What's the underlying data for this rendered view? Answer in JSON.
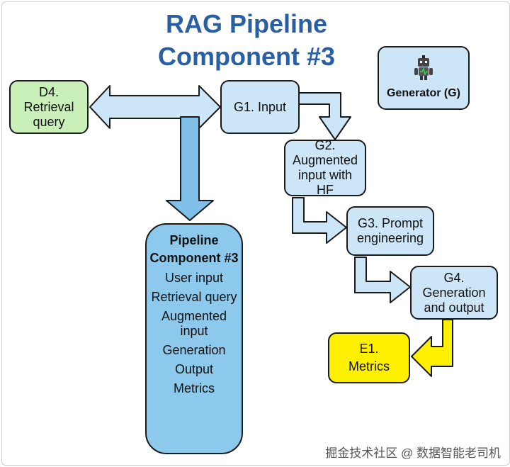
{
  "title": {
    "line1": "RAG Pipeline",
    "line2": "Component #3"
  },
  "nodes": {
    "d4": {
      "line1": "D4.",
      "line2": "Retrieval",
      "line3": "query"
    },
    "g1": {
      "label": "G1. Input"
    },
    "g2": {
      "line1": "G2.",
      "line2": "Augmented",
      "line3": "input with",
      "line4": "HF"
    },
    "g3": {
      "line1": "G3. Prompt",
      "line2": "engineering"
    },
    "g4": {
      "line1": "G4.",
      "line2": "Generation",
      "line3": "and output"
    },
    "e1": {
      "line1": "E1.",
      "line2": "Metrics"
    },
    "generator": {
      "label": "Generator (G)",
      "icon": "robot-icon"
    }
  },
  "pipeline": {
    "heading_line1": "Pipeline",
    "heading_line2": "Component #3",
    "items": [
      "User input",
      "Retrieval query",
      "Augmented input",
      "Generation",
      "Output",
      "Metrics"
    ]
  },
  "colors": {
    "title": "#2a5fa3",
    "green": "#c9f0b8",
    "light_blue": "#cde6f7",
    "medium_blue": "#8cc9ec",
    "yellow": "#fff000",
    "arrow_blue": "#a9d3f0"
  },
  "watermark": "掘金技术社区 @ 数据智能老司机"
}
